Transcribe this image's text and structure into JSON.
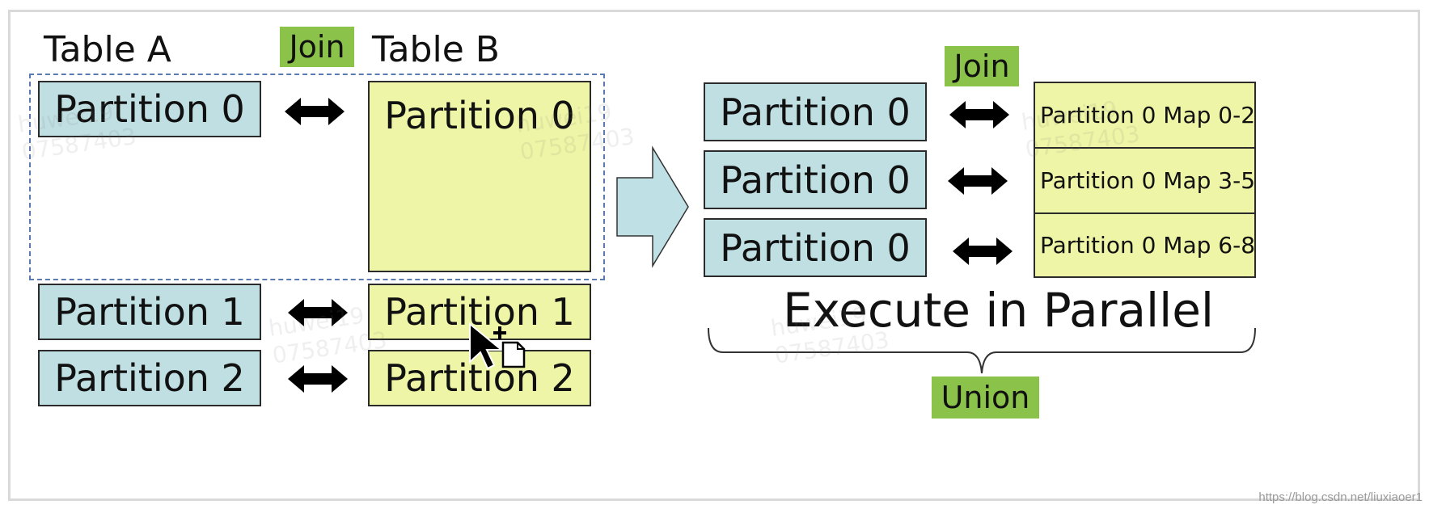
{
  "diagram": {
    "left": {
      "table_a_title": "Table A",
      "table_b_title": "Table B",
      "join_label": "Join",
      "table_a_partitions": [
        "Partition 0",
        "Partition 1",
        "Partition 2"
      ],
      "table_b_partitions": [
        "Partition 0",
        "Partition 1",
        "Partition 2"
      ]
    },
    "right": {
      "join_label": "Join",
      "left_partitions": [
        "Partition 0",
        "Partition 0",
        "Partition 0"
      ],
      "right_maps": [
        "Partition 0 Map 0-2",
        "Partition 0 Map 3-5",
        "Partition 0 Map 6-8"
      ],
      "heading": "Execute in Parallel",
      "union_label": "Union"
    },
    "colors": {
      "table_a_fill": "#c0dfe2",
      "table_b_fill": "#eef5a6",
      "tag_fill": "#8bc34a",
      "dashed_outline": "#5a7bb0",
      "big_arrow_fill": "#bfe0e4"
    },
    "watermark": "huwei19\n07587403",
    "credit": "https://blog.csdn.net/liuxiaoer1"
  }
}
